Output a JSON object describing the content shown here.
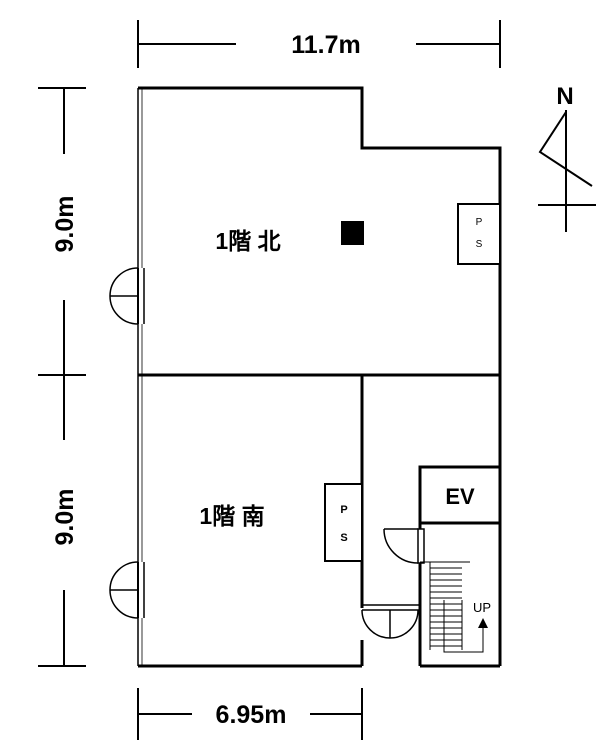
{
  "dimensions": {
    "top_width": "11.7m",
    "left_upper": "9.0m",
    "left_lower": "9.0m",
    "bottom_width": "6.95m"
  },
  "rooms": {
    "north": "1階 北",
    "south": "1階 南",
    "elevator": "EV"
  },
  "shafts": {
    "ps_north_top": "P",
    "ps_north_bottom": "S",
    "ps_south_top": "P",
    "ps_south_bottom": "S"
  },
  "stairs": {
    "direction": "UP"
  },
  "compass": {
    "north": "N"
  }
}
